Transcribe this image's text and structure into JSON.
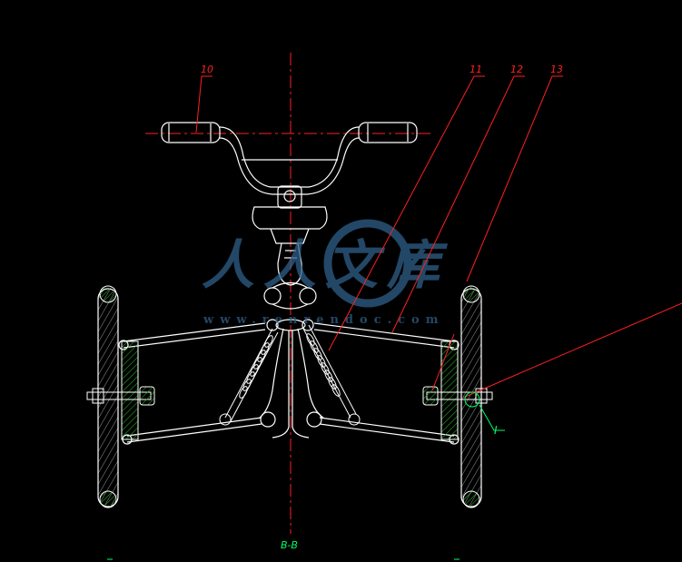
{
  "colors": {
    "background": "#000000",
    "outline": "#ffffff",
    "leader": "#ff2020",
    "hatch": "#1fa81f",
    "dim": "#00ff66",
    "watermark": "#2f5f88"
  },
  "callouts": {
    "c10": "10",
    "c11": "11",
    "c12": "12",
    "c13": "13"
  },
  "detail_mark": "I",
  "section_label": "B-B",
  "watermark": {
    "brand_chars": "人人文库",
    "url": "www.renrendoc.com"
  }
}
